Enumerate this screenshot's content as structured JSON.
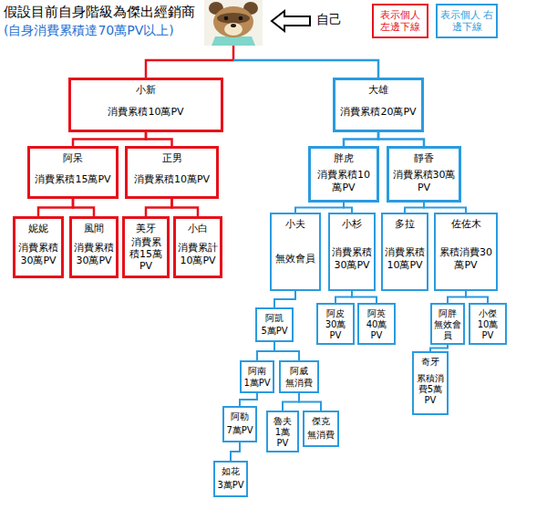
{
  "diagram": {
    "title": "假設目前自身階級為傑出經銷商",
    "nodes": [
      {
        "text": [
          "小新",
          "消費累積10萬PV"
        ]
      },
      {
        "text": [
          "大雄",
          "消費累積20萬PV"
        ]
      },
      {
        "text": [
          "阿呆",
          "消費累積15萬PV"
        ]
      },
      {
        "text": [
          "正男",
          "消費累積10萬PV"
        ]
      },
      {
        "text": [
          "妮妮",
          "消費累積30萬PV"
        ]
      },
      {
        "text": [
          "風間",
          "消費累積30萬PV"
        ]
      },
      {
        "text": [
          "美牙",
          "消費累積15萬PV"
        ]
      },
      {
        "text": [
          "小白",
          "消費累計10萬PV"
        ]
      },
      {
        "text": [
          "胖虎",
          "消費累積10萬PV"
        ]
      },
      {
        "text": [
          "靜香",
          "消費累積30萬PV"
        ]
      },
      {
        "text": [
          "小夫",
          "無效會員"
        ]
      },
      {
        "text": [
          "小杉",
          "消費累積30萬PV"
        ]
      },
      {
        "text": [
          "多拉",
          "消費累積10萬PV"
        ]
      },
      {
        "text": [
          "佐佐木",
          "累積消費30萬PV"
        ]
      },
      {
        "text": [
          "阿凱",
          "5萬PV"
        ]
      },
      {
        "text": [
          "阿皮",
          "30萬PV"
        ]
      },
      {
        "text": [
          "阿英",
          "40萬PV"
        ]
      },
      {
        "text": [
          "阿胖",
          "無效會員"
        ]
      },
      {
        "text": [
          "小傑",
          "10萬PV"
        ]
      },
      {
        "text": [
          "阿南",
          "1萬PV"
        ]
      },
      {
        "text": [
          "阿威",
          "無消費"
        ]
      },
      {
        "text": [
          "奇牙",
          "累積消費5萬PV"
        ]
      },
      {
        "text": [
          "阿勒",
          "7萬PV"
        ]
      },
      {
        "text": [
          "魯夫",
          "1萬PV"
        ]
      },
      {
        "text": [
          "傑克",
          "無消費"
        ]
      },
      {
        "text": [
          "如花",
          "3萬PV"
        ]
      }
    ],
    "edges": [
      {
        "from": 0,
        "to": 2,
        "arrow": "none"
      },
      {
        "from": 0,
        "to": 3,
        "arrow": "none"
      },
      {
        "from": 2,
        "to": 4,
        "arrow": "none"
      },
      {
        "from": 2,
        "to": 5,
        "arrow": "none"
      },
      {
        "from": 3,
        "to": 6,
        "arrow": "none"
      },
      {
        "from": 3,
        "to": 7,
        "arrow": "none"
      },
      {
        "from": 1,
        "to": 8,
        "arrow": "none"
      },
      {
        "from": 1,
        "to": 9,
        "arrow": "none"
      },
      {
        "from": 8,
        "to": 10,
        "arrow": "none"
      },
      {
        "from": 8,
        "to": 11,
        "arrow": "none"
      },
      {
        "from": 9,
        "to": 12,
        "arrow": "none"
      },
      {
        "from": 9,
        "to": 13,
        "arrow": "none"
      },
      {
        "from": 10,
        "to": 14,
        "arrow": "none"
      },
      {
        "from": 11,
        "to": 15,
        "arrow": "none"
      },
      {
        "from": 11,
        "to": 16,
        "arrow": "none"
      },
      {
        "from": 13,
        "to": 17,
        "arrow": "none"
      },
      {
        "from": 13,
        "to": 18,
        "arrow": "none"
      },
      {
        "from": 17,
        "to": 21,
        "arrow": "none"
      },
      {
        "from": 14,
        "to": 19,
        "arrow": "none"
      },
      {
        "from": 14,
        "to": 20,
        "arrow": "none"
      },
      {
        "from": 19,
        "to": 22,
        "arrow": "none"
      },
      {
        "from": 20,
        "to": 23,
        "arrow": "none"
      },
      {
        "from": 20,
        "to": 24,
        "arrow": "none"
      },
      {
        "from": 22,
        "to": 25,
        "arrow": "none"
      }
    ],
    "labels": [
      "(自身消費累積達70萬PV以上)",
      "自己"
    ],
    "legend": [
      {
        "text": "表示個人 左邊下線",
        "color": "#e8101a"
      },
      {
        "text": "表示個人 右邊下線",
        "color": "#2a9be0"
      }
    ]
  }
}
